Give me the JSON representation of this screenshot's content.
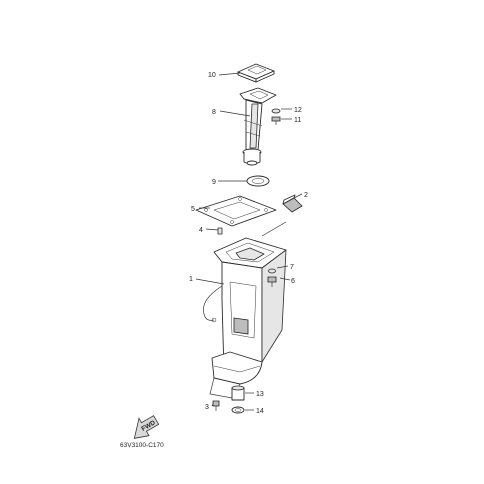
{
  "diagram": {
    "code": "63V3100-C170",
    "fwd_label": "FWD",
    "callouts": [
      {
        "id": "10",
        "label": "10"
      },
      {
        "id": "12",
        "label": "12"
      },
      {
        "id": "8",
        "label": "8"
      },
      {
        "id": "11",
        "label": "11"
      },
      {
        "id": "9",
        "label": "9"
      },
      {
        "id": "2",
        "label": "2"
      },
      {
        "id": "5",
        "label": "5"
      },
      {
        "id": "4",
        "label": "4"
      },
      {
        "id": "7",
        "label": "7"
      },
      {
        "id": "1",
        "label": "1"
      },
      {
        "id": "6",
        "label": "6"
      },
      {
        "id": "13",
        "label": "13"
      },
      {
        "id": "3",
        "label": "3"
      },
      {
        "id": "14",
        "label": "14"
      }
    ]
  }
}
